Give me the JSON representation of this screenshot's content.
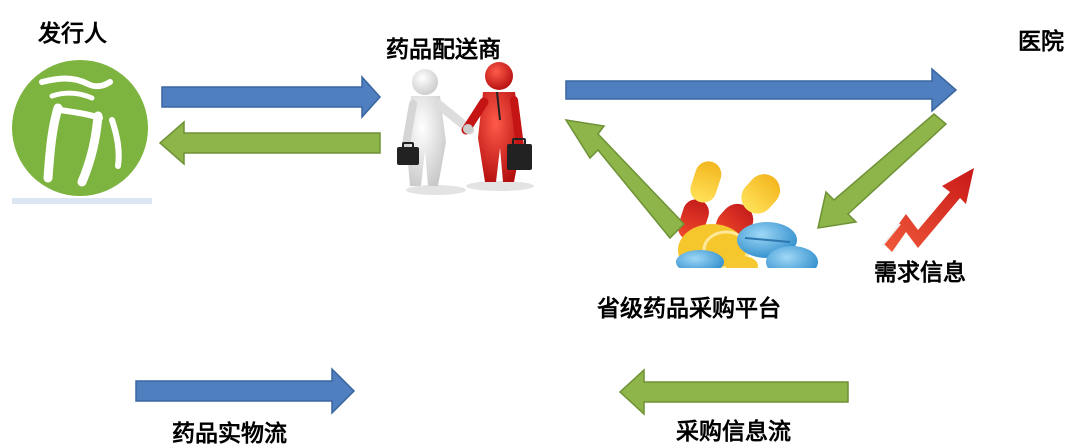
{
  "nodes": {
    "issuer": "发行人",
    "distributor": "药品配送商",
    "hospital": "医院",
    "platform": "省级药品采购平台",
    "demand": "需求信息"
  },
  "legend": {
    "physical_flow": "药品实物流",
    "info_flow": "采购信息流"
  },
  "colors": {
    "blue_arrow": "#4F7FBE",
    "blue_arrow_stroke": "#3A66A0",
    "green_arrow": "#8DB54A",
    "green_arrow_stroke": "#6E9235",
    "logo_green": "#7DB33F",
    "figure_red": "#D81E1E",
    "figure_white": "#F2F2F2"
  },
  "icons": {
    "issuer_logo": "issuer-logo-icon",
    "handshake": "handshake-figures-icon",
    "pills": "pills-icon",
    "growth_arrow": "growth-arrow-icon"
  }
}
